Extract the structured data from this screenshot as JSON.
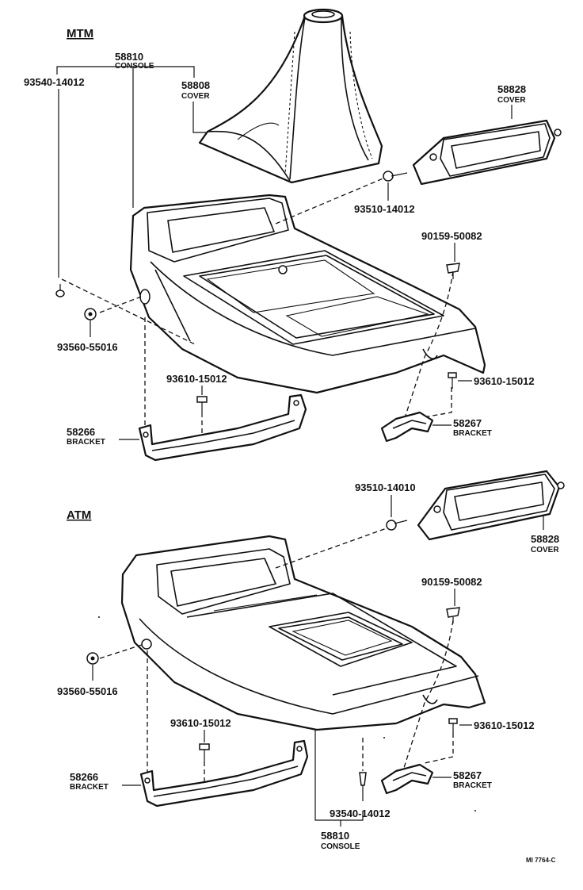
{
  "sections": {
    "mtm": "MTM",
    "atm": "ATM"
  },
  "mtm": {
    "console": {
      "number": "58810",
      "name": "CONSOLE"
    },
    "cover_boot": {
      "number": "58808",
      "name": "COVER"
    },
    "cover_tray": {
      "number": "58828",
      "name": "COVER"
    },
    "screw_top": "93540-14012",
    "screw_cover": "93510-14012",
    "clip": "90159-50082",
    "screw_side": "93560-55016",
    "bolt_left": "93610-15012",
    "bolt_right": "93610-15012",
    "bracket_left": {
      "number": "58266",
      "name": "BRACKET"
    },
    "bracket_right": {
      "number": "58267",
      "name": "BRACKET"
    }
  },
  "atm": {
    "screw_cover": "93510-14010",
    "cover_tray": {
      "number": "58828",
      "name": "COVER"
    },
    "clip": "90159-50082",
    "screw_side": "93560-55016",
    "bolt_left": "93610-15012",
    "bolt_right": "93610-15012",
    "bracket_left": {
      "number": "58266",
      "name": "BRACKET"
    },
    "bracket_right": {
      "number": "58267",
      "name": "BRACKET"
    },
    "screw_bottom": "93540-14012",
    "console": {
      "number": "58810",
      "name": "CONSOLE"
    }
  },
  "footer_ref": "MI 7764-C"
}
